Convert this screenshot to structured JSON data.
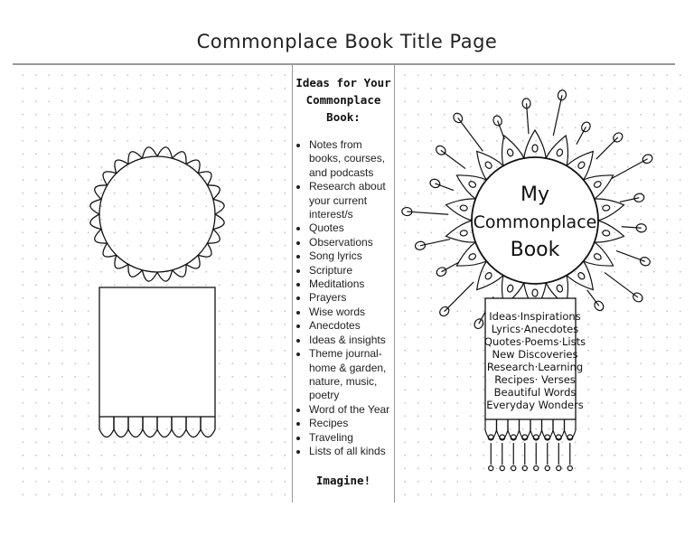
{
  "page": {
    "title": "Commonplace Book Title Page"
  },
  "middle": {
    "heading": "Ideas for Your Commonplace Book:",
    "items": [
      "Notes from books, courses, and podcasts",
      "Research about your current interest/s",
      "Quotes",
      "Observations",
      "Song lyrics",
      "Scripture",
      "Meditations",
      "Prayers",
      "Wise words",
      "Anecdotes",
      "Ideas & insights",
      "Theme journal- home & garden, nature, music, poetry",
      "Word of the Year",
      "Recipes",
      "Traveling",
      "Lists of all kinds"
    ],
    "footer": "Imagine!"
  },
  "right_example": {
    "medallion_lines": [
      "My",
      "Commonplace",
      "Book"
    ],
    "banner_lines": [
      "Ideas·Inspirations",
      "Lyrics·Anecdotes",
      "Quotes·Poems·Lists",
      "New Discoveries",
      "Research·Learning",
      "Recipes· Verses",
      "Beautiful Words",
      "Everyday Wonders"
    ]
  }
}
